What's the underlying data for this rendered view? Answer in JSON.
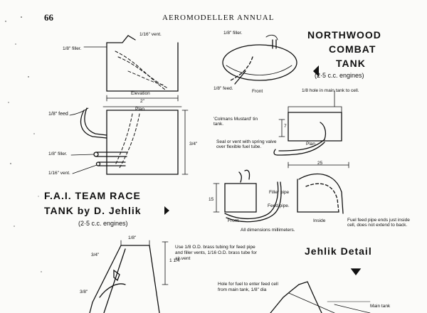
{
  "page": {
    "number": "66",
    "header": "AEROMODELLER ANNUAL"
  },
  "fai_tank": {
    "title_line1": "F.A.I. TEAM RACE",
    "title_line2": "TANK by D. Jehlik",
    "subtitle": "(2·5 c.c. engines)",
    "labels": {
      "vent_top": "1/16\" vent.",
      "filler_top": "1/8\" filler.",
      "elevation": "Elevation",
      "dim_2": "2\"",
      "plan": "Plan",
      "feed": "1/8\" feed",
      "dim_3_4": "3/4\"",
      "filler_bottom": "1/8\" filler.",
      "vent_bottom": "1/16\" vent."
    }
  },
  "northwood": {
    "title_line1": "NORTHWOOD",
    "title_line2": "COMBAT",
    "title_line3": "TANK",
    "subtitle": "(2·5 c.c. engines)",
    "labels": {
      "filler": "1/8\" filler.",
      "feed": "1/8\" feed.",
      "front": "Front",
      "hole_note": "1/8 hole in main tank to cell.",
      "tin": "'Colmans Mustard' tin tank.",
      "seal": "Seal or vent with spring valve over flexible fuel tube.",
      "dim_7": "7",
      "plan": "Plan",
      "dim_25": "25",
      "dim_15": "15",
      "filler_pipe": "Filler pipe",
      "feed_pipe": "Feed pipe.",
      "front2": "Front",
      "inside": "Inside",
      "all_dims": "All dimensions millimeters.",
      "fuel_note": "Fuel feed pipe ends just inside cell, does not extend to back."
    }
  },
  "jehlik": {
    "title": "Jehlik Detail",
    "tubing_note": "Use 1/8 O.D. brass tubing for feed pipe and filler vents, 1/16 O.D. brass tube for air vent",
    "hole_note": "Hole for fuel to enter feed cell from main tank, 1/8\" dia",
    "dim_1_8": "1/8\"",
    "dim_3_4": "3/4\"",
    "dim_1_4": "1 1/4\"",
    "dim_3_8": "3/8\"",
    "main_tank": "Main tank"
  }
}
